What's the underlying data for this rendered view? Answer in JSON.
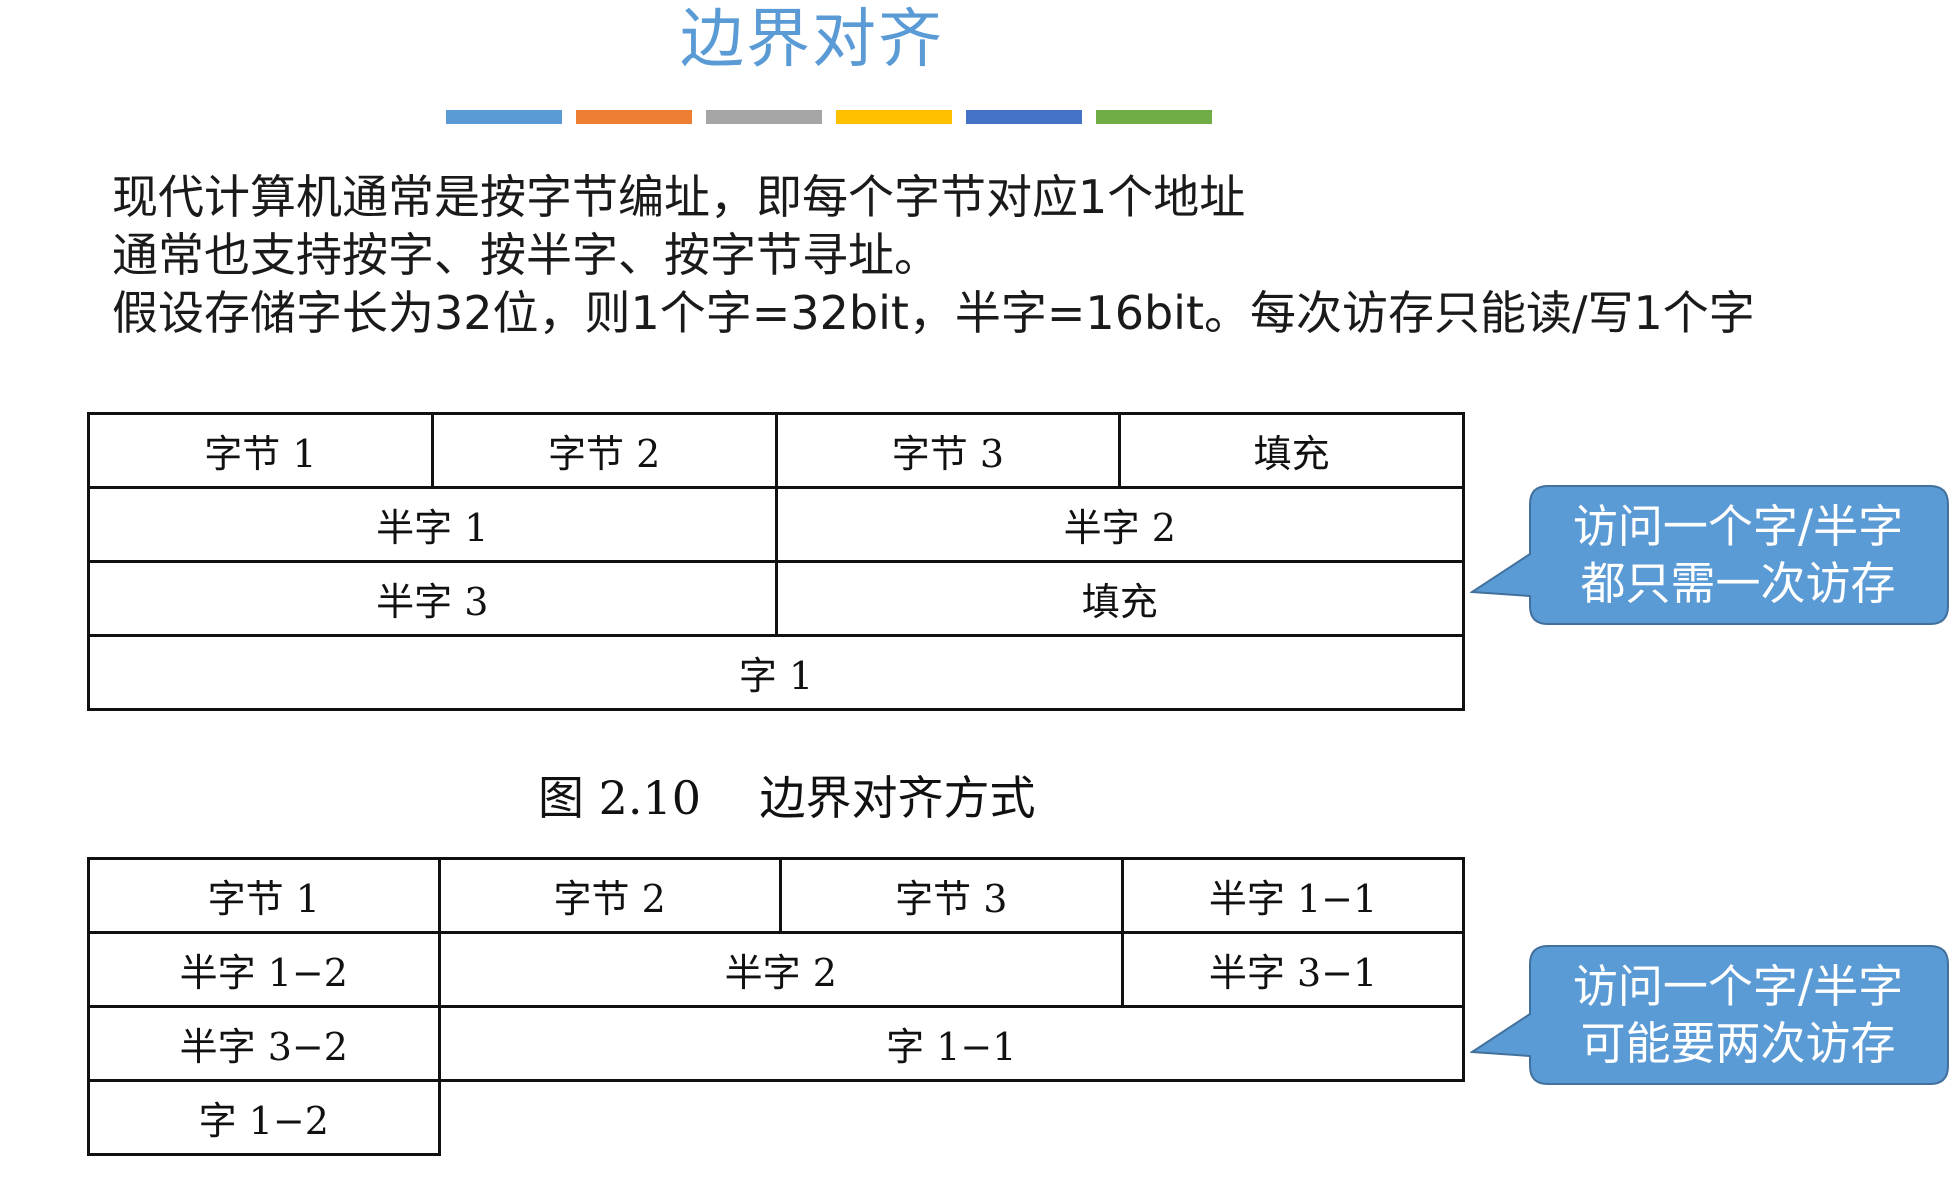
{
  "title": "边界对齐",
  "accent_bars": [
    "#5b9bd5",
    "#ed7d31",
    "#a5a5a5",
    "#ffc000",
    "#4472c4",
    "#70ad47"
  ],
  "intro": {
    "line1": "现代计算机通常是按字节编址，即每个字节对应1个地址",
    "line2": "通常也支持按字、按半字、按字节寻址。",
    "line3": "假设存储字长为32位，则1个字=32bit，半字=16bit。每次访存只能读/写1个字"
  },
  "table1": {
    "row1": [
      "字节 1",
      "字节 2",
      "字节 3",
      "填充"
    ],
    "row2": [
      "半字 1",
      "半字 2"
    ],
    "row3": [
      "半字 3",
      "填充"
    ],
    "row4": [
      "字 1"
    ]
  },
  "caption": "图 2.10    边界对齐方式",
  "table2": {
    "row1": [
      "字节 1",
      "字节 2",
      "字节 3",
      "半字 1−1"
    ],
    "row2": [
      "半字 1−2",
      "半字 2",
      "半字 3−1"
    ],
    "row3": [
      "半字 3−2",
      "字 1−1"
    ],
    "row4": [
      "字 1−2"
    ]
  },
  "callout1": {
    "line1": "访问一个字/半字",
    "line2": "都只需一次访存"
  },
  "callout2": {
    "line1": "访问一个字/半字",
    "line2": "可能要两次访存"
  },
  "colors": {
    "title": "#5a9bd5",
    "callout_fill": "#5b9bd5",
    "callout_border": "#41719c"
  }
}
